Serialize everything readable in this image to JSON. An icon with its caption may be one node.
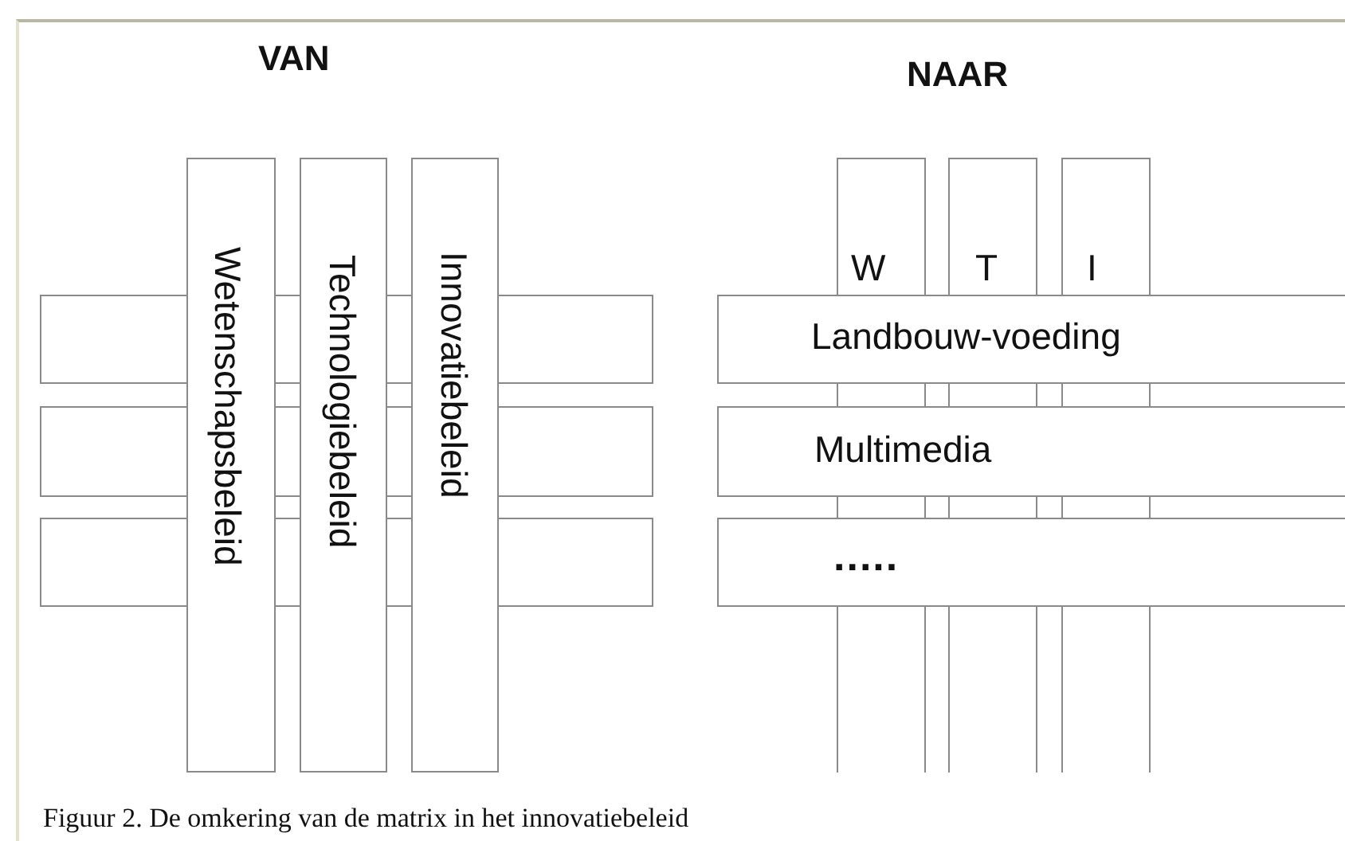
{
  "diagram": {
    "caption": "Figuur 2. De omkering van de matrix in het innovatiebeleid",
    "nodes": [
      {
        "text": [
          "Wetenschapsbeleid"
        ]
      },
      {
        "text": [
          "Technologiebeleid"
        ]
      },
      {
        "text": [
          "Innovatiebeleid"
        ]
      },
      {
        "text": [],
        "shape": "bar"
      },
      {
        "text": [],
        "shape": "bar"
      },
      {
        "text": [],
        "shape": "bar"
      },
      {
        "text": [
          "W"
        ]
      },
      {
        "text": [
          "T"
        ]
      },
      {
        "text": [
          "I"
        ]
      },
      {
        "text": [
          "Landbouw-voeding"
        ]
      },
      {
        "text": [
          "Multimedia"
        ]
      },
      {
        "text": [
          "....."
        ]
      }
    ],
    "edges": [],
    "labels": [
      "VAN",
      "NAAR"
    ]
  }
}
